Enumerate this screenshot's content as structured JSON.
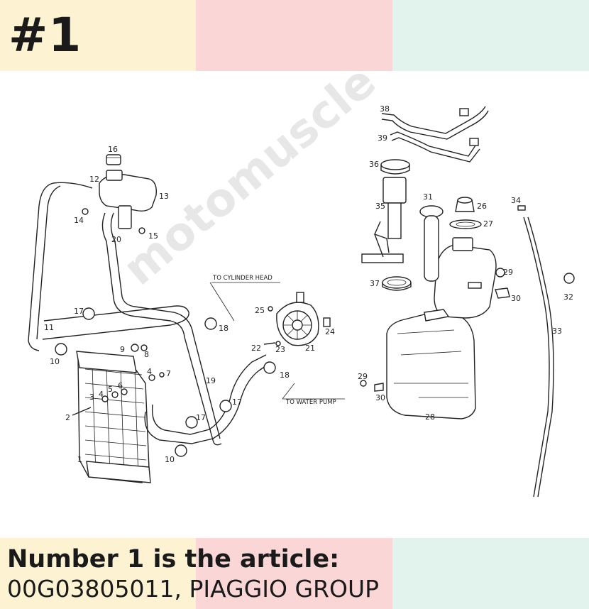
{
  "header": {
    "badge": "#1"
  },
  "colors": {
    "band_yellow": "#fdf3d2",
    "band_pink": "#fad7d6",
    "band_mint": "#e1f3ec"
  },
  "caption": {
    "line1": "Number 1 is the article:",
    "line2": "00G03805011, PIAGGIO GROUP"
  },
  "diagram": {
    "annotations": {
      "to_cylinder_head": "TO CYLINDER HEAD",
      "to_water_pump": "TO WATER PUMP"
    },
    "callouts": [
      "1",
      "2",
      "3",
      "4",
      "5",
      "6",
      "4",
      "7",
      "8",
      "9",
      "10",
      "10",
      "11",
      "12",
      "13",
      "14",
      "15",
      "16",
      "17",
      "17",
      "17",
      "18",
      "18",
      "19",
      "20",
      "21",
      "22",
      "23",
      "24",
      "25",
      "26",
      "27",
      "28",
      "29",
      "29",
      "30",
      "30",
      "31",
      "32",
      "33",
      "34",
      "35",
      "36",
      "37",
      "38",
      "39"
    ]
  },
  "watermark": {
    "text": "motomuscle",
    "icon": "colored-logo-mark"
  }
}
